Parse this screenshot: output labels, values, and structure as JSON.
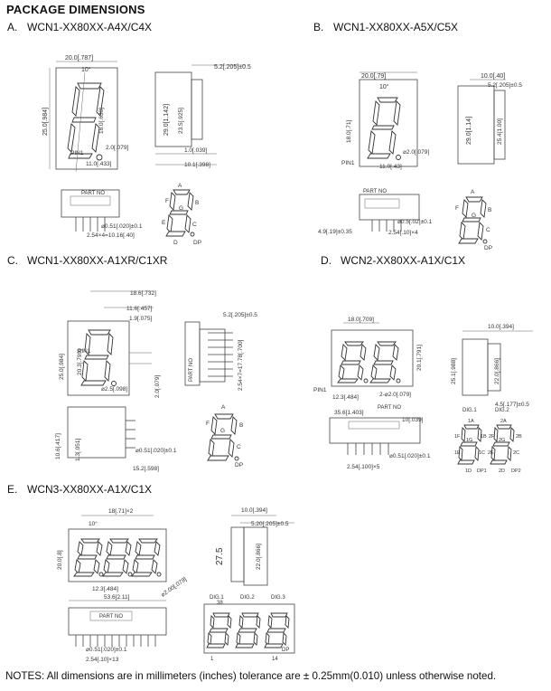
{
  "page_title": "PACKAGE DIMENSIONS",
  "sections": [
    {
      "letter": "A.",
      "model": "WCN1-XX80XX-A4X/C4X"
    },
    {
      "letter": "B.",
      "model": "WCN1-XX80XX-A5X/C5X"
    },
    {
      "letter": "C.",
      "model": "WCN1-XX80XX-A1XR/C1XR"
    },
    {
      "letter": "D.",
      "model": "WCN2-XX80XX-A1X/C1X"
    },
    {
      "letter": "E.",
      "model": "WCN3-XX80XX-A1X/C1X"
    }
  ],
  "labels": {
    "part_no": "PART NO",
    "pin1": "PIN1",
    "dp": "DP",
    "dig1": "DIG.1",
    "dig2": "DIG.2",
    "dig3": "DIG.3",
    "seg_a": "A",
    "seg_b": "B",
    "seg_c": "C",
    "seg_d": "D",
    "seg_e": "E",
    "seg_f": "F",
    "seg_g": "G"
  },
  "dims": {
    "a_width": "20.0[.787]",
    "a_height": "25.0[.984]",
    "a_angle": "10°",
    "a_seg": "16.0[.630]",
    "a_dp": "2.0[.079]",
    "a_base": "11.0[.433]",
    "a_side_h": "29.0[1.142]",
    "a_side_inner": "23.5[.925]",
    "a_side_top": "5.2[.205]±0.5",
    "a_side_b1": "1.0[.039]",
    "a_side_b2": "10.1[.398]",
    "a_pin": "⌀0.51[.020]±0.1",
    "a_pitch": "2.54×4=10.16[.40]",
    "b_width": "20.0[.79]",
    "b_seg": "18.0[.71]",
    "b_angle": "10°",
    "b_dp": "⌀2.0[.079]",
    "b_base": "11.0[.43]",
    "b_side_top": "10.0[.40]",
    "b_side_top2": "5.2[.205]±0.5",
    "b_side_h": "29.0[1.14]",
    "b_side_inner": "25.4[1.00]",
    "b_pin": "⌀0.5[.02]±0.1",
    "b_off": "4.9[.19]±0.35",
    "b_pitch": "2.54[.10]×4",
    "c_w1": "18.6[.732]",
    "c_w2": "11.6[.457]",
    "c_w3": "1.9[.075]",
    "c_h": "25.0[.984]",
    "c_inner": "20.3[.799]",
    "c_dp": "⌀2.5[.098]",
    "c_seg": "2.0[.079]",
    "c_side": "5.2[.205]±0.5",
    "c_pitch": "2.54×7=17.78[.700]",
    "c_bot_h": "10.6[.417]",
    "c_bot_off": "1.3[.051]",
    "c_bot_pin": "⌀0.51[.020]±0.1",
    "c_bot_w": "15.2[.598]",
    "d_w": "18.0[.709]",
    "d_h": "20.1[.791]",
    "d_base": "12.3[.484]",
    "d_dp": "2-⌀2.0[.079]",
    "d_side_top": "10.0[.394]",
    "d_side_h": "25.1[.988]",
    "d_side_inner": "22.0[.866]",
    "d_side_bot": "4.5[.177]±0.5",
    "d_bot_w": "35.6[1.403]",
    "d_bot_h": "10[.039]",
    "d_bot_pin": "⌀0.51[.020]±0.1",
    "d_bot_pitch": "2.54[.100]×5",
    "d_dig1": "DIG.1",
    "d_dig2": "DIG.2",
    "d_seg": [
      "1A",
      "2A",
      "1F",
      "1B",
      "2F",
      "2B",
      "1G",
      "2G",
      "1E",
      "1C",
      "2E",
      "2C",
      "1D",
      "DP1",
      "2D",
      "DP2"
    ],
    "e_w": "18[.71]×2",
    "e_angle": "10°",
    "e_h": "20.0[.8]",
    "e_base": "12.3[.484]",
    "e_dp": "⌀2.00[.079]",
    "e_side_top": "10.0[.394]",
    "e_side_top2": "5.20[.205]±0.5",
    "e_side_h": "27.5",
    "e_side_inner": "22.0[.866]",
    "e_bot_w": "53.6[2.11]",
    "e_bot_pin": "⌀0.51[.020]±0.1",
    "e_bot_pitch": "2.54[.10]×13",
    "e_pin_38": "38",
    "e_pin_1": "1",
    "e_pin_14": "14"
  },
  "notes": "NOTES: All dimensions are in millimeters (inches) tolerance are ± 0.25mm(0.010) unless otherwise noted."
}
